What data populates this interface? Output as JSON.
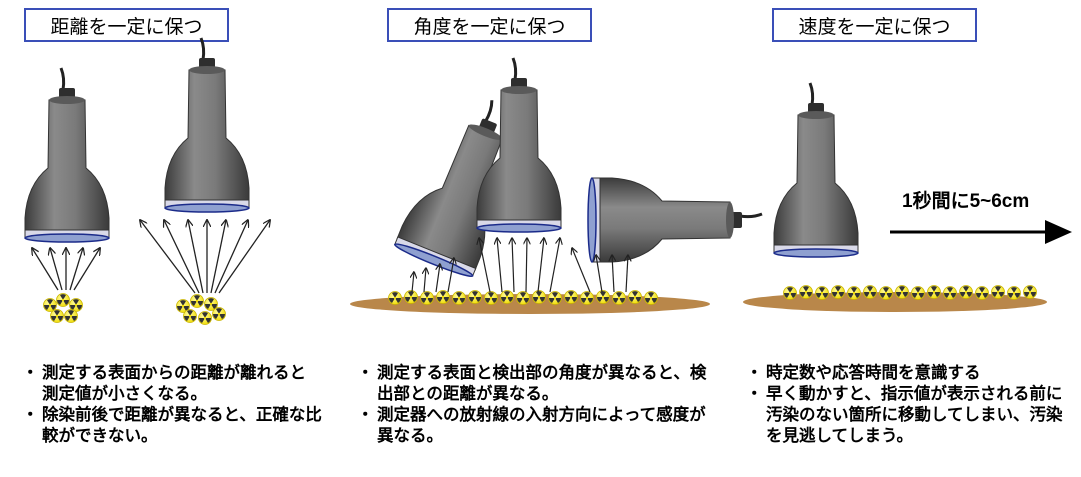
{
  "panels": [
    {
      "title": "距離を一定に保つ",
      "bullets": [
        "測定する表面からの距離が離れると測定値が小さくなる。",
        "除染前後で距離が異なると、正確な比較ができない。"
      ]
    },
    {
      "title": "角度を一定に保つ",
      "bullets": [
        "測定する表面と検出部の角度が異なると、検出部との距離が異なる。",
        "測定器への放射線の入射方向によって感度が異なる。"
      ]
    },
    {
      "title": "速度を一定に保つ",
      "bullets": [
        "時定数や応答時間を意識する",
        "早く動かすと、指示値が表示される前に汚染のない箇所に移動してしまい、汚染を見逃してしまう。"
      ],
      "speed_label": "1秒間に5~6cm"
    }
  ],
  "colors": {
    "title_border": "#3a4fb8",
    "probe_body": "#6b6b6b",
    "ground": "#b9874a",
    "source": "#f5e600"
  }
}
